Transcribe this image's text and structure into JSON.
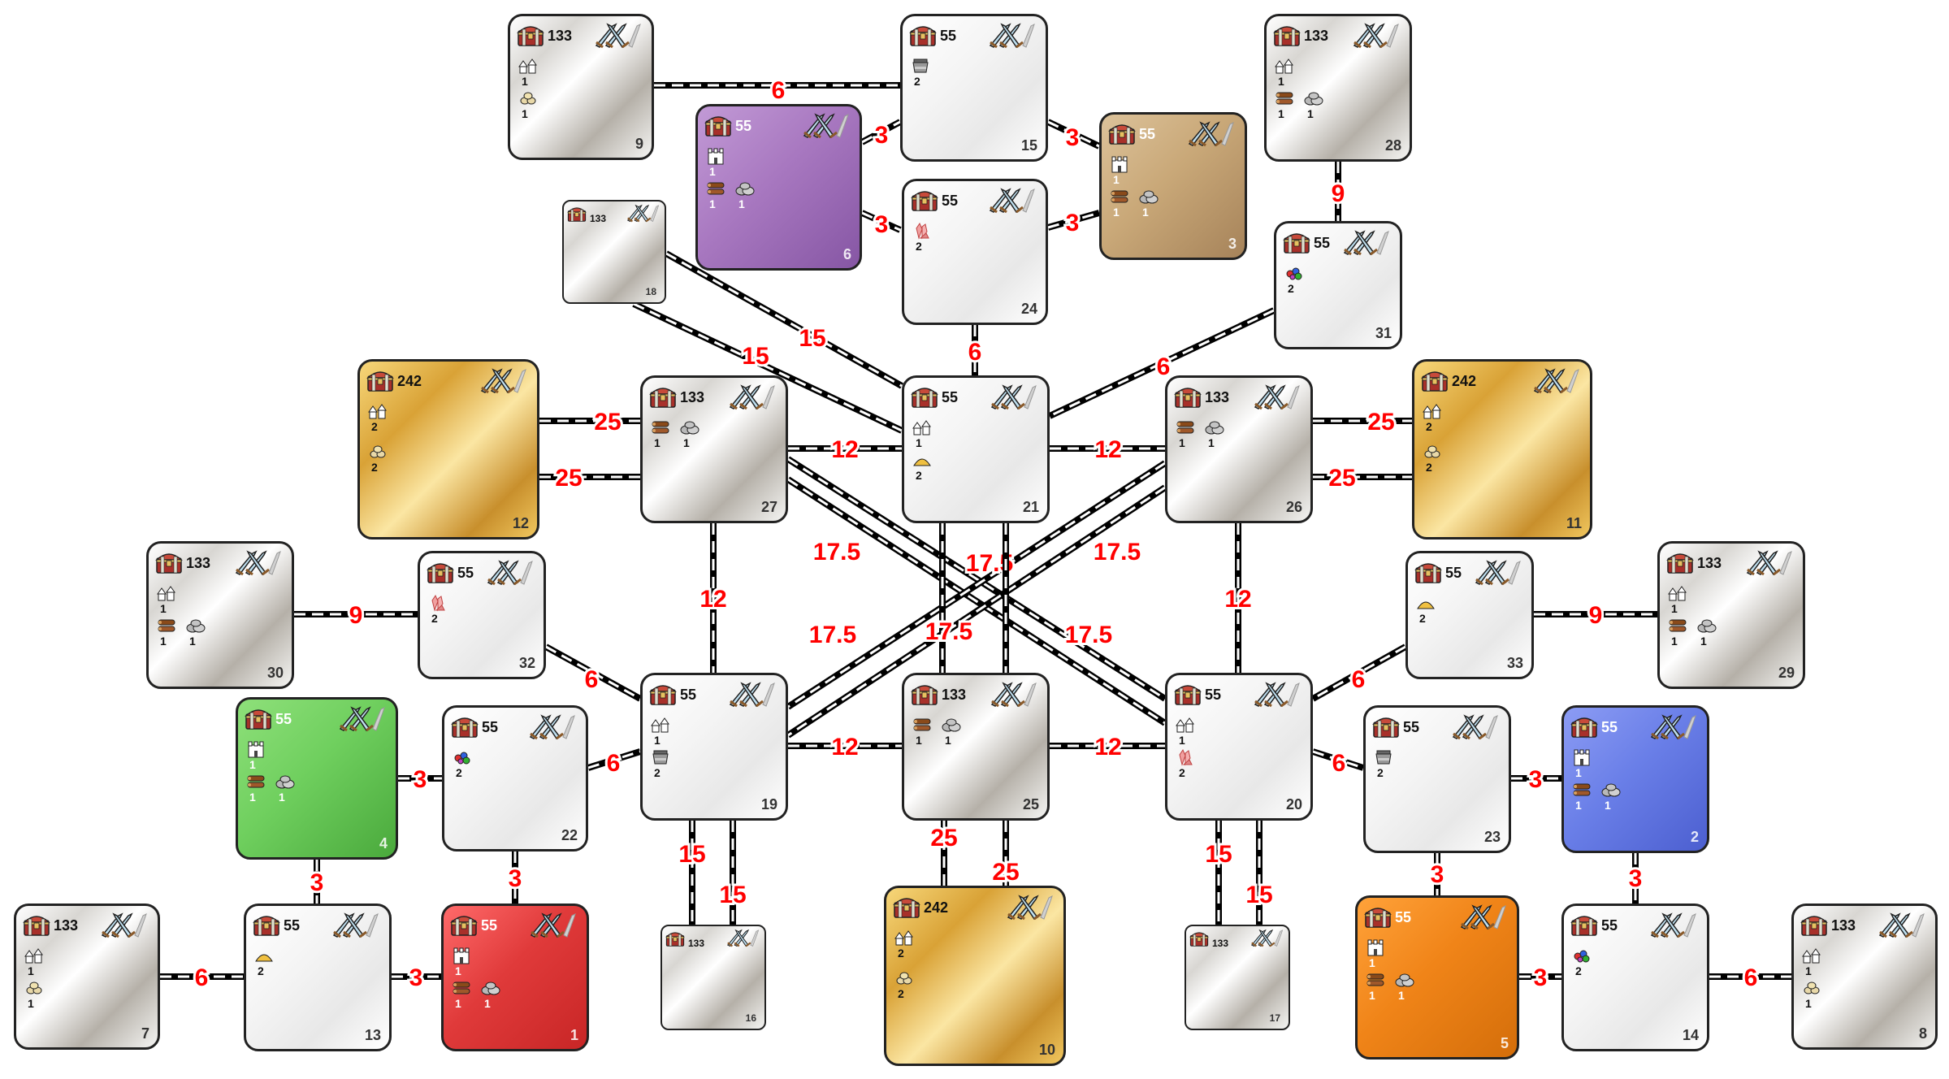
{
  "colors": {
    "edge_label": "#ff0000",
    "silver": "#d8d6d2",
    "gold": "#d9a236",
    "purple": "#a878c0",
    "tan": "#c9a878",
    "green": "#6fcf5e",
    "red": "#e03a3a",
    "blue": "#6a7fe8",
    "orange": "#f08418"
  },
  "icons": {
    "reward": "treasure-chest-icon",
    "defense": "crossed-swords-icon",
    "castle": "castle-icon",
    "wood": "wood-logs-icon",
    "stone": "stone-icon",
    "food": "grain-icon",
    "iron": "iron-ore-icon",
    "gems": "gems-icon",
    "crystal": "crystal-icon",
    "gold": "gold-pile-icon"
  },
  "nodes": [
    {
      "id": "1",
      "reward": "55",
      "type": "castle",
      "color": "red",
      "res": [
        {
          "kind": "castle",
          "count": "1"
        },
        {
          "kind": "wood",
          "count": "1"
        },
        {
          "kind": "stone",
          "count": "1"
        }
      ]
    },
    {
      "id": "2",
      "reward": "55",
      "type": "castle",
      "color": "blue",
      "res": [
        {
          "kind": "castle",
          "count": "1"
        },
        {
          "kind": "wood",
          "count": "1"
        },
        {
          "kind": "stone",
          "count": "1"
        }
      ]
    },
    {
      "id": "3",
      "reward": "55",
      "type": "castle",
      "color": "tan",
      "res": [
        {
          "kind": "castle",
          "count": "1"
        },
        {
          "kind": "wood",
          "count": "1"
        },
        {
          "kind": "stone",
          "count": "1"
        }
      ]
    },
    {
      "id": "4",
      "reward": "55",
      "type": "castle",
      "color": "green",
      "res": [
        {
          "kind": "castle",
          "count": "1"
        },
        {
          "kind": "wood",
          "count": "1"
        },
        {
          "kind": "stone",
          "count": "1"
        }
      ]
    },
    {
      "id": "5",
      "reward": "55",
      "type": "castle",
      "color": "orange",
      "res": [
        {
          "kind": "castle",
          "count": "1"
        },
        {
          "kind": "wood",
          "count": "1"
        },
        {
          "kind": "stone",
          "count": "1"
        }
      ]
    },
    {
      "id": "6",
      "reward": "55",
      "type": "castle",
      "color": "purple",
      "res": [
        {
          "kind": "castle",
          "count": "1"
        },
        {
          "kind": "wood",
          "count": "1"
        },
        {
          "kind": "stone",
          "count": "1"
        }
      ]
    },
    {
      "id": "7",
      "reward": "133",
      "type": "silver",
      "res": [
        {
          "kind": "village",
          "count": "1"
        },
        {
          "kind": "food",
          "count": "1"
        }
      ]
    },
    {
      "id": "8",
      "reward": "133",
      "type": "silver",
      "res": [
        {
          "kind": "village",
          "count": "1"
        },
        {
          "kind": "food",
          "count": "1"
        }
      ]
    },
    {
      "id": "9",
      "reward": "133",
      "type": "silver",
      "res": [
        {
          "kind": "village",
          "count": "1"
        },
        {
          "kind": "food",
          "count": "1"
        }
      ]
    },
    {
      "id": "10",
      "reward": "242",
      "type": "gold",
      "res": [
        {
          "kind": "village",
          "count": "2"
        },
        {
          "kind": "food",
          "count": "2"
        }
      ]
    },
    {
      "id": "11",
      "reward": "242",
      "type": "gold",
      "res": [
        {
          "kind": "village",
          "count": "2"
        },
        {
          "kind": "food",
          "count": "2"
        }
      ]
    },
    {
      "id": "12",
      "reward": "242",
      "type": "gold",
      "res": [
        {
          "kind": "village",
          "count": "2"
        },
        {
          "kind": "food",
          "count": "2"
        }
      ]
    },
    {
      "id": "13",
      "reward": "55",
      "type": "plain",
      "res": [
        {
          "kind": "gold",
          "count": "2"
        }
      ]
    },
    {
      "id": "14",
      "reward": "55",
      "type": "plain",
      "res": [
        {
          "kind": "gems",
          "count": "2"
        }
      ]
    },
    {
      "id": "15",
      "reward": "55",
      "type": "plain",
      "res": [
        {
          "kind": "iron",
          "count": "2"
        }
      ]
    },
    {
      "id": "16",
      "reward": "133",
      "type": "silver-small",
      "res": []
    },
    {
      "id": "17",
      "reward": "133",
      "type": "silver-small",
      "res": []
    },
    {
      "id": "18",
      "reward": "133",
      "type": "silver-small",
      "res": []
    },
    {
      "id": "19",
      "reward": "55",
      "type": "plain",
      "res": [
        {
          "kind": "village",
          "count": "1"
        },
        {
          "kind": "iron",
          "count": "2"
        }
      ]
    },
    {
      "id": "20",
      "reward": "55",
      "type": "plain",
      "res": [
        {
          "kind": "village",
          "count": "1"
        },
        {
          "kind": "crystal",
          "count": "2"
        }
      ]
    },
    {
      "id": "21",
      "reward": "55",
      "type": "plain",
      "res": [
        {
          "kind": "village",
          "count": "1"
        },
        {
          "kind": "gold",
          "count": "2"
        }
      ]
    },
    {
      "id": "22",
      "reward": "55",
      "type": "plain",
      "res": [
        {
          "kind": "gems",
          "count": "2"
        }
      ]
    },
    {
      "id": "23",
      "reward": "55",
      "type": "plain",
      "res": [
        {
          "kind": "iron",
          "count": "2"
        }
      ]
    },
    {
      "id": "24",
      "reward": "55",
      "type": "plain",
      "res": [
        {
          "kind": "crystal",
          "count": "2"
        }
      ]
    },
    {
      "id": "25",
      "reward": "133",
      "type": "silver",
      "res": [
        {
          "kind": "wood",
          "count": "1"
        },
        {
          "kind": "stone",
          "count": "1"
        }
      ]
    },
    {
      "id": "26",
      "reward": "133",
      "type": "silver",
      "res": [
        {
          "kind": "wood",
          "count": "1"
        },
        {
          "kind": "stone",
          "count": "1"
        }
      ]
    },
    {
      "id": "27",
      "reward": "133",
      "type": "silver",
      "res": [
        {
          "kind": "wood",
          "count": "1"
        },
        {
          "kind": "stone",
          "count": "1"
        }
      ]
    },
    {
      "id": "28",
      "reward": "133",
      "type": "silver",
      "res": [
        {
          "kind": "village",
          "count": "1"
        },
        {
          "kind": "wood",
          "count": "1"
        },
        {
          "kind": "stone",
          "count": "1"
        }
      ]
    },
    {
      "id": "29",
      "reward": "133",
      "type": "silver",
      "res": [
        {
          "kind": "village",
          "count": "1"
        },
        {
          "kind": "wood",
          "count": "1"
        },
        {
          "kind": "stone",
          "count": "1"
        }
      ]
    },
    {
      "id": "30",
      "reward": "133",
      "type": "silver",
      "res": [
        {
          "kind": "village",
          "count": "1"
        },
        {
          "kind": "wood",
          "count": "1"
        },
        {
          "kind": "stone",
          "count": "1"
        }
      ]
    },
    {
      "id": "31",
      "reward": "55",
      "type": "plain",
      "res": [
        {
          "kind": "gems",
          "count": "2"
        }
      ]
    },
    {
      "id": "32",
      "reward": "55",
      "type": "plain",
      "res": [
        {
          "kind": "crystal",
          "count": "2"
        }
      ]
    },
    {
      "id": "33",
      "reward": "55",
      "type": "plain",
      "res": [
        {
          "kind": "gold",
          "count": "2"
        }
      ]
    }
  ],
  "edges": [
    {
      "a": "9",
      "b": "15",
      "w": "6"
    },
    {
      "a": "6",
      "b": "15",
      "w": "3"
    },
    {
      "a": "6",
      "b": "24",
      "w": "3"
    },
    {
      "a": "15",
      "b": "3",
      "w": "3"
    },
    {
      "a": "24",
      "b": "3",
      "w": "3"
    },
    {
      "a": "28",
      "b": "31",
      "w": "9"
    },
    {
      "a": "24",
      "b": "21",
      "w": "6"
    },
    {
      "a": "31",
      "b": "21",
      "w": "6"
    },
    {
      "a": "18",
      "b": "21",
      "w": "15"
    },
    {
      "a": "18",
      "b": "21",
      "w": "15"
    },
    {
      "a": "12",
      "b": "27",
      "w": "25"
    },
    {
      "a": "12",
      "b": "27",
      "w": "25"
    },
    {
      "a": "26",
      "b": "11",
      "w": "25"
    },
    {
      "a": "26",
      "b": "11",
      "w": "25"
    },
    {
      "a": "27",
      "b": "21",
      "w": "12"
    },
    {
      "a": "21",
      "b": "26",
      "w": "12"
    },
    {
      "a": "27",
      "b": "19",
      "w": "12"
    },
    {
      "a": "26",
      "b": "20",
      "w": "12"
    },
    {
      "a": "27",
      "b": "20",
      "w": "17.5"
    },
    {
      "a": "27",
      "b": "20",
      "w": "17.5"
    },
    {
      "a": "26",
      "b": "19",
      "w": "17.5"
    },
    {
      "a": "26",
      "b": "19",
      "w": "17.5"
    },
    {
      "a": "21",
      "b": "25",
      "w": "17.5"
    },
    {
      "a": "21",
      "b": "25",
      "w": "17.5"
    },
    {
      "a": "30",
      "b": "32",
      "w": "9"
    },
    {
      "a": "33",
      "b": "29",
      "w": "9"
    },
    {
      "a": "32",
      "b": "19",
      "w": "6"
    },
    {
      "a": "33",
      "b": "20",
      "w": "6"
    },
    {
      "a": "19",
      "b": "25",
      "w": "12"
    },
    {
      "a": "25",
      "b": "20",
      "w": "12"
    },
    {
      "a": "4",
      "b": "22",
      "w": "3"
    },
    {
      "a": "22",
      "b": "19",
      "w": "6"
    },
    {
      "a": "20",
      "b": "23",
      "w": "6"
    },
    {
      "a": "23",
      "b": "2",
      "w": "3"
    },
    {
      "a": "4",
      "b": "13",
      "w": "3"
    },
    {
      "a": "22",
      "b": "1",
      "w": "3"
    },
    {
      "a": "23",
      "b": "5",
      "w": "3"
    },
    {
      "a": "2",
      "b": "14",
      "w": "3"
    },
    {
      "a": "19",
      "b": "16",
      "w": "15"
    },
    {
      "a": "19",
      "b": "16",
      "w": "15"
    },
    {
      "a": "25",
      "b": "10",
      "w": "25"
    },
    {
      "a": "25",
      "b": "10",
      "w": "25"
    },
    {
      "a": "20",
      "b": "17",
      "w": "15"
    },
    {
      "a": "20",
      "b": "17",
      "w": "15"
    },
    {
      "a": "7",
      "b": "13",
      "w": "6"
    },
    {
      "a": "13",
      "b": "1",
      "w": "3"
    },
    {
      "a": "5",
      "b": "14",
      "w": "3"
    },
    {
      "a": "14",
      "b": "8",
      "w": "6"
    }
  ]
}
